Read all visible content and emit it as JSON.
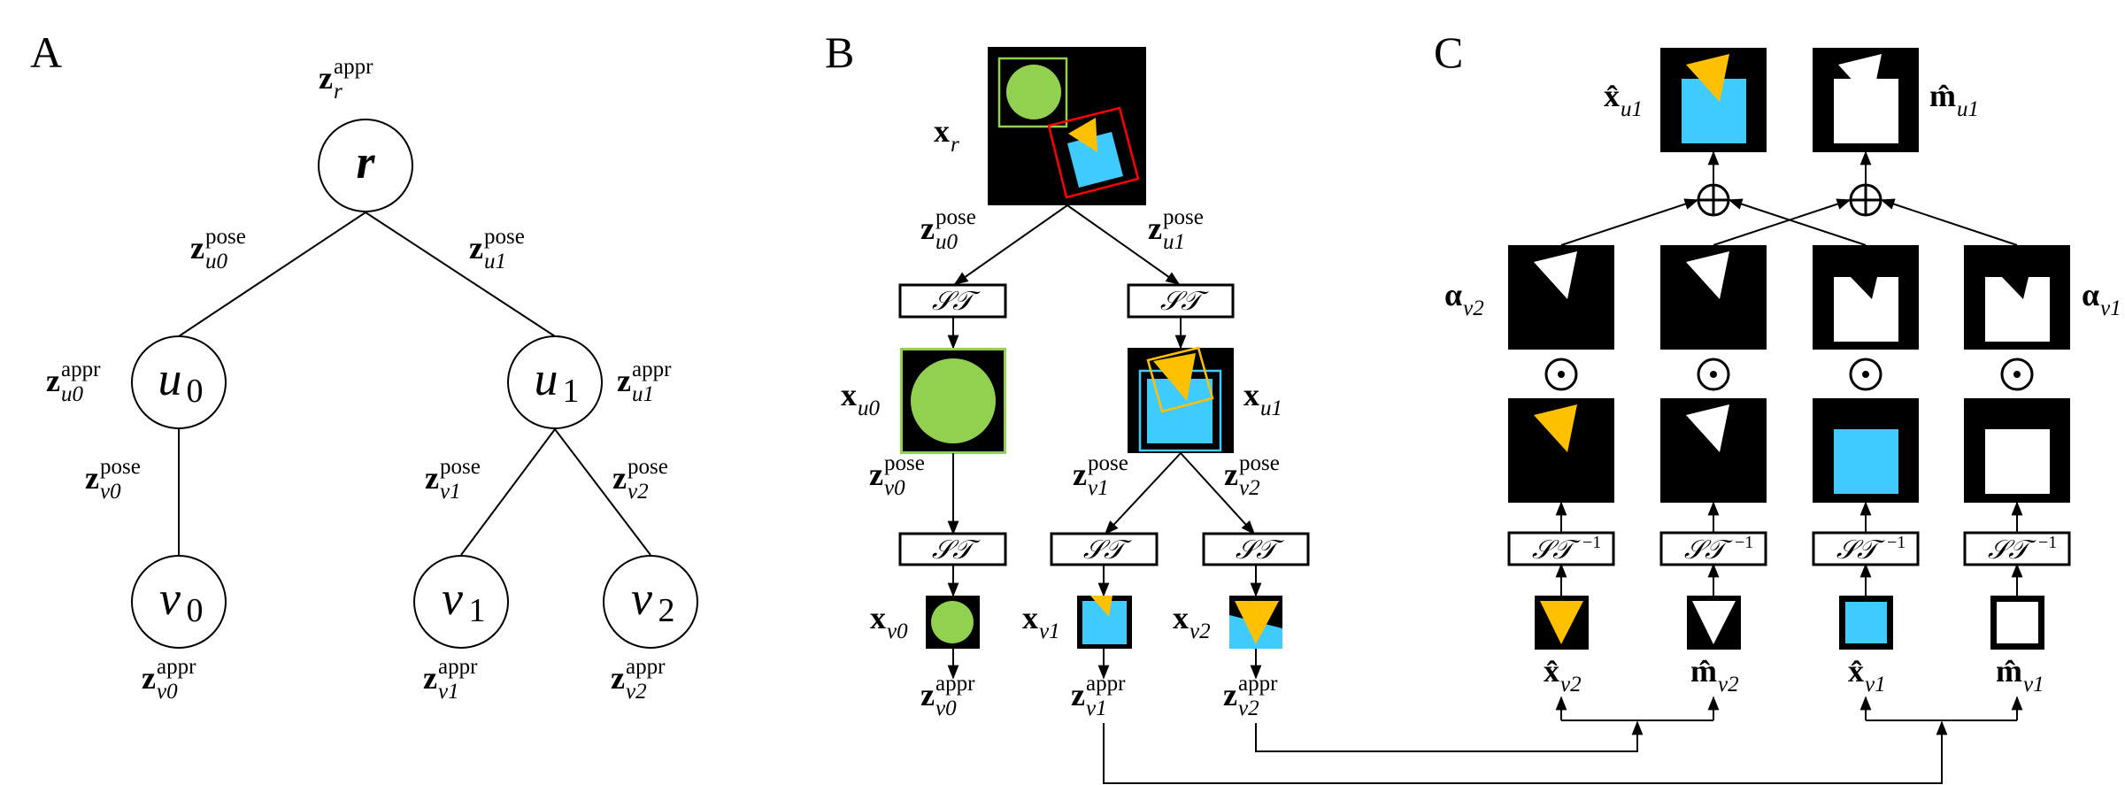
{
  "panels": {
    "a": "A",
    "b": "B",
    "c": "C"
  },
  "tree": {
    "nodes": [
      {
        "id": "r",
        "base": "r",
        "sub": ""
      },
      {
        "id": "u0",
        "base": "u",
        "sub": "0"
      },
      {
        "id": "u1",
        "base": "u",
        "sub": "1"
      },
      {
        "id": "v0",
        "base": "v",
        "sub": "0"
      },
      {
        "id": "v1",
        "base": "v",
        "sub": "1"
      },
      {
        "id": "v2",
        "base": "v",
        "sub": "2"
      }
    ]
  },
  "labels": [
    {
      "id": "a-zr-appr",
      "base": "z",
      "sub": "r",
      "sup": "appr"
    },
    {
      "id": "a-zu0-pose",
      "base": "z",
      "sub": "u0",
      "sup": "pose"
    },
    {
      "id": "a-zu1-pose",
      "base": "z",
      "sub": "u1",
      "sup": "pose"
    },
    {
      "id": "a-zu0-appr",
      "base": "z",
      "sub": "u0",
      "sup": "appr"
    },
    {
      "id": "a-zu1-appr",
      "base": "z",
      "sub": "u1",
      "sup": "appr"
    },
    {
      "id": "a-zv0-pose",
      "base": "z",
      "sub": "v0",
      "sup": "pose"
    },
    {
      "id": "a-zv1-pose",
      "base": "z",
      "sub": "v1",
      "sup": "pose"
    },
    {
      "id": "a-zv2-pose",
      "base": "z",
      "sub": "v2",
      "sup": "pose"
    },
    {
      "id": "a-zv0-appr",
      "base": "z",
      "sub": "v0",
      "sup": "appr"
    },
    {
      "id": "a-zv1-appr",
      "base": "z",
      "sub": "v1",
      "sup": "appr"
    },
    {
      "id": "a-zv2-appr",
      "base": "z",
      "sub": "v2",
      "sup": "appr"
    },
    {
      "id": "b-xr",
      "base": "x",
      "sub": "r",
      "sup": ""
    },
    {
      "id": "b-zu0-pose",
      "base": "z",
      "sub": "u0",
      "sup": "pose"
    },
    {
      "id": "b-zu1-pose",
      "base": "z",
      "sub": "u1",
      "sup": "pose"
    },
    {
      "id": "b-xu0",
      "base": "x",
      "sub": "u0",
      "sup": ""
    },
    {
      "id": "b-xu1",
      "base": "x",
      "sub": "u1",
      "sup": ""
    },
    {
      "id": "b-zv0-pose",
      "base": "z",
      "sub": "v0",
      "sup": "pose"
    },
    {
      "id": "b-zv1-pose",
      "base": "z",
      "sub": "v1",
      "sup": "pose"
    },
    {
      "id": "b-zv2-pose",
      "base": "z",
      "sub": "v2",
      "sup": "pose"
    },
    {
      "id": "b-xv0",
      "base": "x",
      "sub": "v0",
      "sup": ""
    },
    {
      "id": "b-xv1",
      "base": "x",
      "sub": "v1",
      "sup": ""
    },
    {
      "id": "b-xv2",
      "base": "x",
      "sub": "v2",
      "sup": ""
    },
    {
      "id": "b-zv0-appr",
      "base": "z",
      "sub": "v0",
      "sup": "appr"
    },
    {
      "id": "b-zv1-appr",
      "base": "z",
      "sub": "v1",
      "sup": "appr"
    },
    {
      "id": "b-zv2-appr",
      "base": "z",
      "sub": "v2",
      "sup": "appr"
    },
    {
      "id": "c-xhat-u1",
      "base": "x̂",
      "sub": "u1",
      "sup": ""
    },
    {
      "id": "c-mhat-u1",
      "base": "m̂",
      "sub": "u1",
      "sup": ""
    },
    {
      "id": "c-alpha-v2",
      "base": "α",
      "sub": "v2",
      "sup": ""
    },
    {
      "id": "c-alpha-v1",
      "base": "α",
      "sub": "v1",
      "sup": ""
    },
    {
      "id": "c-xhat-v2",
      "base": "x̂",
      "sub": "v2",
      "sup": ""
    },
    {
      "id": "c-mhat-v2",
      "base": "m̂",
      "sub": "v2",
      "sup": ""
    },
    {
      "id": "c-xhat-v1",
      "base": "x̂",
      "sub": "v1",
      "sup": ""
    },
    {
      "id": "c-mhat-v1",
      "base": "m̂",
      "sub": "v1",
      "sup": ""
    }
  ],
  "operators": {
    "st": "𝒮𝒯",
    "st_inv_sup": "−1"
  },
  "colors": {
    "green": "#92d050",
    "cyan": "#40cbff",
    "yellow": "#ffc000",
    "red": "#ff0000",
    "black": "#000000",
    "white": "#ffffff"
  }
}
